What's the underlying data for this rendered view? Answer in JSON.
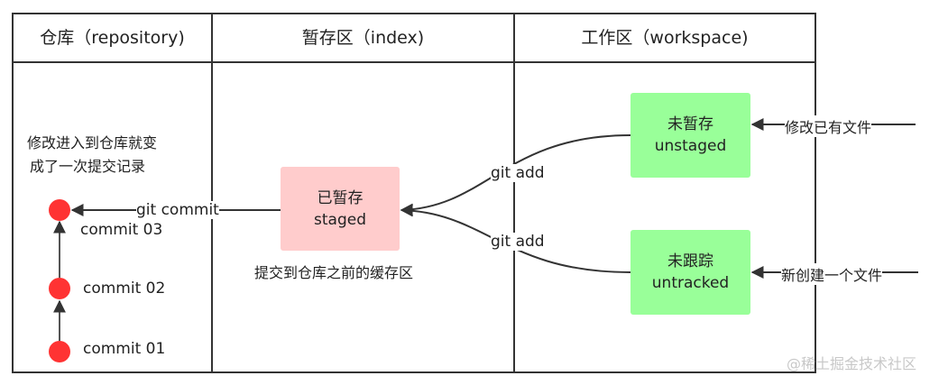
{
  "columns": {
    "repository": "仓库（repository)",
    "index": "暂存区（index)",
    "workspace": "工作区（workspace)"
  },
  "nodes": {
    "staged": {
      "line1": "已暂存",
      "line2": "staged"
    },
    "unstaged": {
      "line1": "未暂存",
      "line2": "unstaged"
    },
    "untracked": {
      "line1": "未跟踪",
      "line2": "untracked"
    }
  },
  "commits": [
    "commit  03",
    "commit  02",
    "commit  01"
  ],
  "edge_labels": {
    "git_commit": "git commit",
    "git_add_top": "git add",
    "git_add_bottom": "git add",
    "modify_file": "修改已有文件",
    "new_file": "新创建一个文件"
  },
  "notes": {
    "repo_line1": "修改进入到仓库就变",
    "repo_line2": "成了一次提交记录",
    "index_note": "提交到仓库之前的缓存区"
  },
  "watermark": "@稀土掘金技术社区",
  "colors": {
    "border": "#333333",
    "staged_fill": "#ffcccc",
    "workspace_fill": "#99ff99",
    "commit_dot": "#ff3333",
    "arrow": "#333333"
  }
}
